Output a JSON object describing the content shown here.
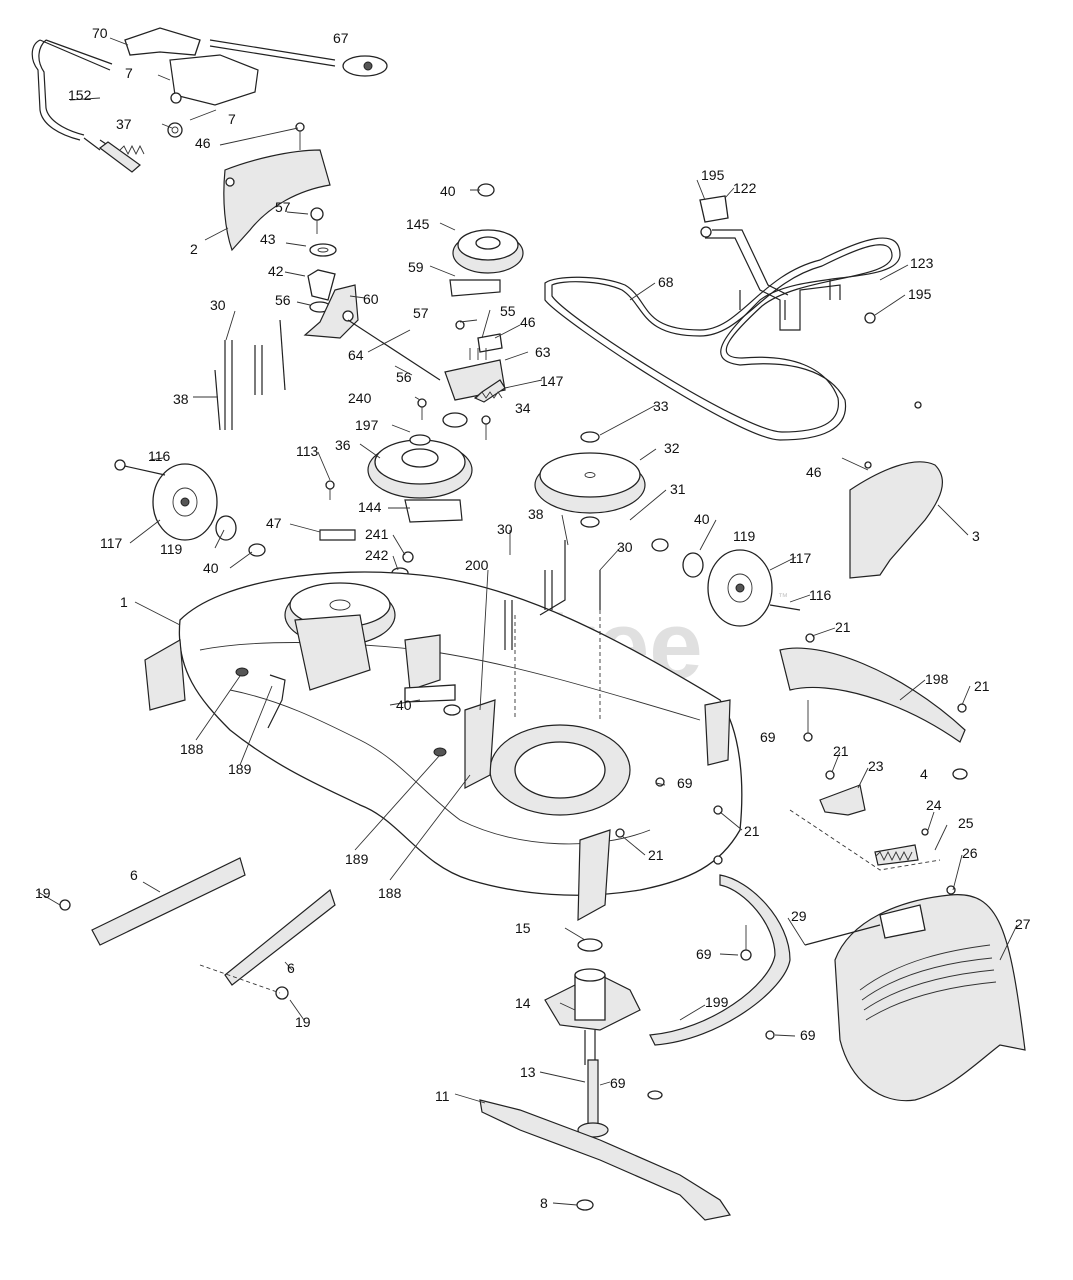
{
  "watermark": {
    "text": "PartsTree",
    "mark": "™"
  },
  "labels": [
    "70",
    "67",
    "7",
    "152",
    "37",
    "7",
    "46",
    "2",
    "57",
    "43",
    "42",
    "56",
    "60",
    "30",
    "38",
    "64",
    "40",
    "145",
    "59",
    "57",
    "55",
    "46",
    "63",
    "147",
    "240",
    "56",
    "34",
    "197",
    "36",
    "113",
    "144",
    "116",
    "117",
    "119",
    "40",
    "47",
    "241",
    "242",
    "195",
    "122",
    "68",
    "123",
    "195",
    "33",
    "32",
    "31",
    "46",
    "3",
    "1",
    "188",
    "189",
    "40",
    "200",
    "30",
    "38",
    "30",
    "40",
    "119",
    "117",
    "116",
    "21",
    "198",
    "21",
    "69",
    "4",
    "21",
    "23",
    "69",
    "21",
    "24",
    "25",
    "189",
    "188",
    "21",
    "26",
    "19",
    "6",
    "6",
    "19",
    "15",
    "14",
    "29",
    "69",
    "27",
    "199",
    "69",
    "13",
    "69",
    "11",
    "8"
  ]
}
